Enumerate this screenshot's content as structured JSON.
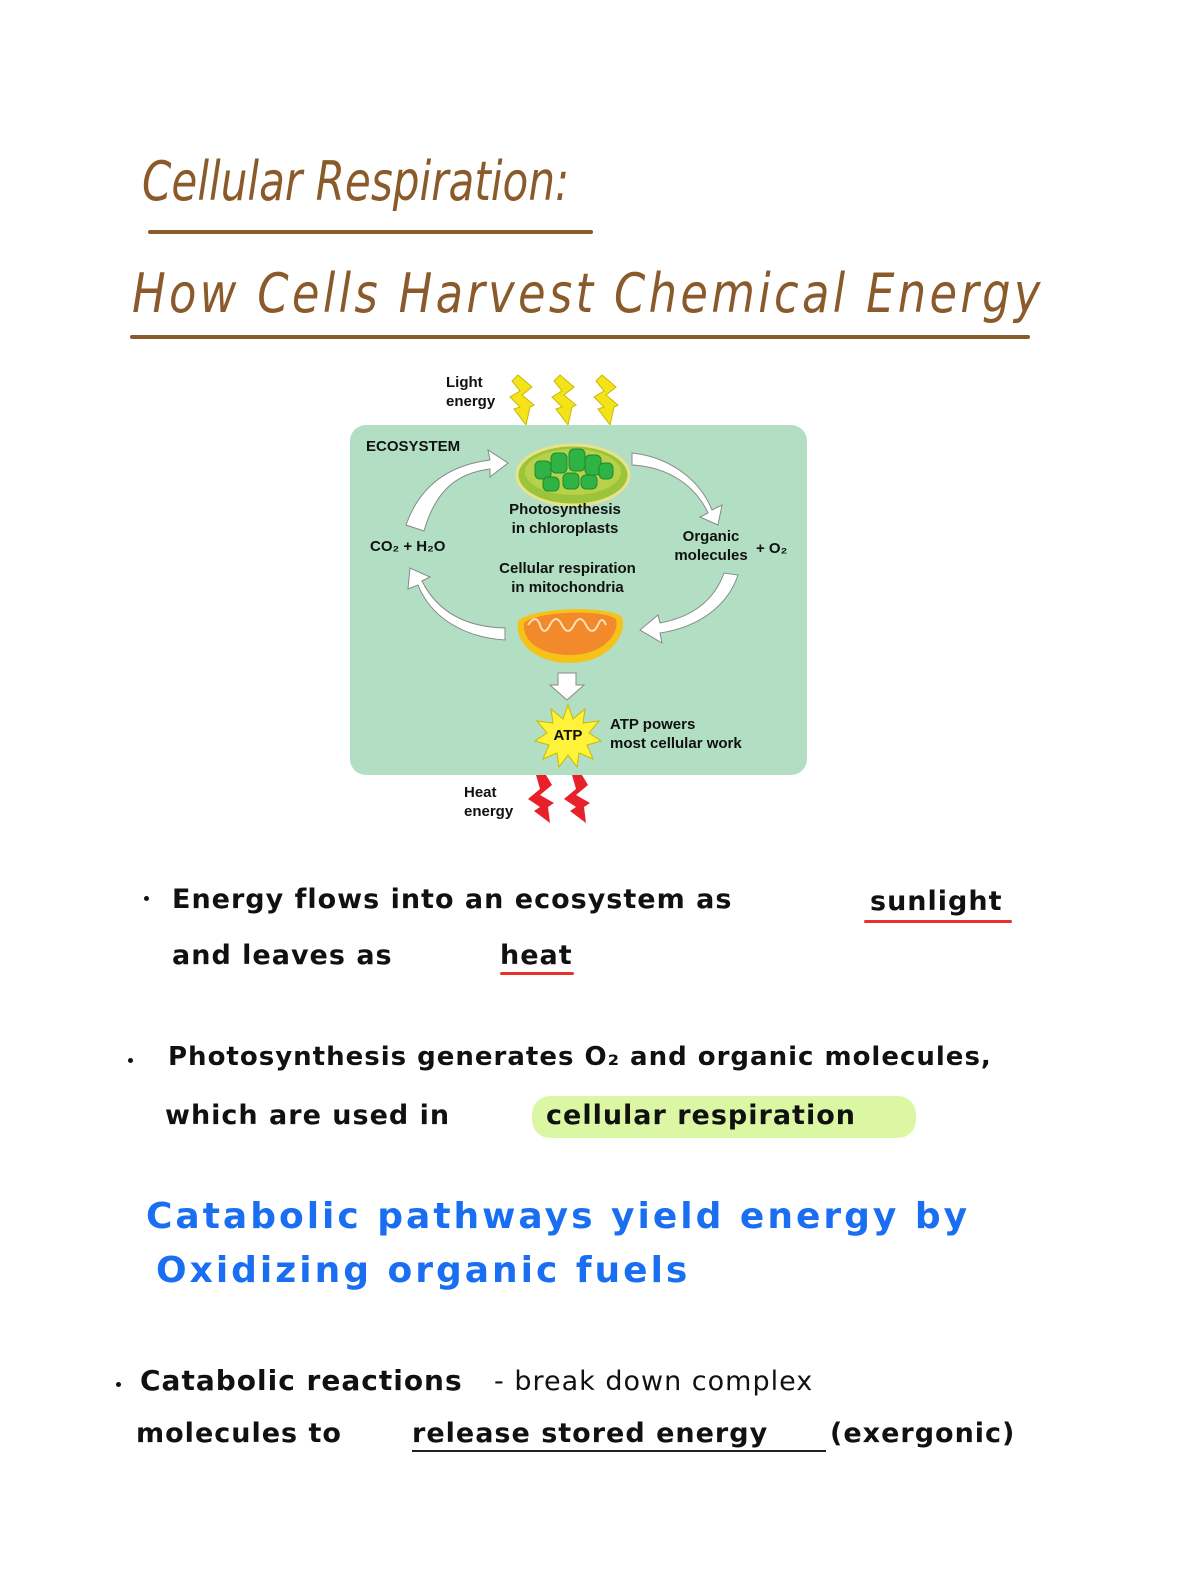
{
  "title": {
    "line1": "Cellular Respiration:",
    "line2": "How Cells Harvest Chemical Energy",
    "color": "#8b5a2b"
  },
  "diagram": {
    "light_energy": [
      "Light",
      "energy"
    ],
    "ecosystem_label": "ECOSYSTEM",
    "photosynthesis": [
      "Photosynthesis",
      "in chloroplasts"
    ],
    "reactants": "CO₂ + H₂O",
    "products": [
      "Organic",
      "molecules"
    ],
    "products_o2": "+ O₂",
    "respiration": [
      "Cellular respiration",
      "in mitochondria"
    ],
    "atp_badge": "ATP",
    "atp_caption": [
      "ATP powers",
      "most cellular work"
    ],
    "heat_energy": [
      "Heat",
      "energy"
    ],
    "colors": {
      "ecosystem_bg": "#b2dfc4",
      "light_bolt": "#f5e31a",
      "heat_bolt": "#e8202a",
      "atp_star": "#fff23a"
    }
  },
  "notes": {
    "bullet1": {
      "line1": "Energy flows  into an  ecosystem as",
      "highlight1": "sunlight",
      "line2": "and  leaves  as",
      "highlight2": "heat",
      "underline_color": "#e8332a"
    },
    "bullet2": {
      "line1": "Photosynthesis generates O₂  and  organic  molecules,",
      "line2": "which  are  used  in",
      "highlight": "cellular  respiration",
      "highlight_color": "#dbf7a3"
    },
    "heading": {
      "line1": "Catabolic pathways yield energy by",
      "line2": "Oxidizing organic fuels",
      "color": "#1a6ef2"
    },
    "bullet3": {
      "line1a": "Catabolic reactions",
      "line1b": "-  break  down  complex",
      "line2a": "molecules  to",
      "line2b": "release stored energy",
      "line2c": "(exergonic)"
    }
  }
}
